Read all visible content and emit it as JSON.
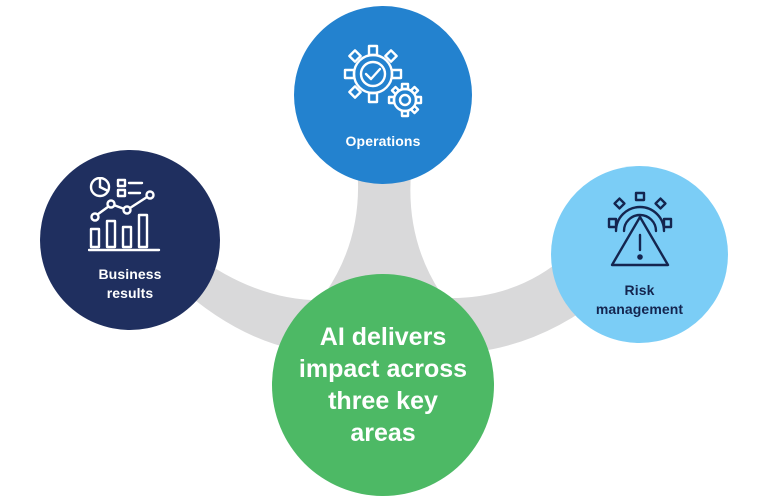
{
  "colors": {
    "connector": "#d9d9da",
    "business": "#1f2f5f",
    "operations": "#2382cf",
    "risk": "#7bcdf6",
    "center": "#4db965"
  },
  "nodes": {
    "business": {
      "label_line1": "Business",
      "label_line2": "results",
      "icon": "chart-dashboard-icon"
    },
    "operations": {
      "label": "Operations",
      "icon": "gears-check-icon"
    },
    "risk": {
      "label_line1": "Risk",
      "label_line2": "management",
      "icon": "warning-gear-icon"
    }
  },
  "center": {
    "line1": "AI delivers",
    "line2": "impact across",
    "line3": "three key",
    "line4": "areas"
  }
}
